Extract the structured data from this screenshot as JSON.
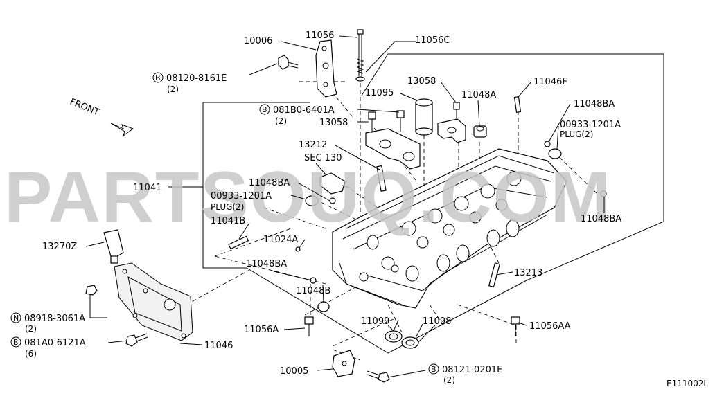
{
  "watermark": "PARTSOUQ.COM",
  "direction": "FRONT",
  "diagram_code": "E111002L",
  "callouts": {
    "c10006": "10006",
    "c11056": "11056",
    "c11056C": "11056C",
    "c08120": "08120-8161E",
    "c08120_qty": "(2)",
    "c13058a": "13058",
    "c11095": "11095",
    "c11048A": "11048A",
    "c11046F": "11046F",
    "c081B0": "081B0-6401A",
    "c081B0_qty": "(2)",
    "c13058b": "13058",
    "c11048BA_top": "11048BA",
    "c00933_r": "00933-1201A",
    "c00933_r_plug": "PLUG(2)",
    "c13212": "13212",
    "cSEC130": "SEC 130",
    "c11048BA_mid": "11048BA",
    "c00933_l": "00933-1201A",
    "c00933_l_plug": "PLUG(2)",
    "c11041": "11041",
    "c11041B": "11041B",
    "c11048BA_r": "11048BA",
    "c13270Z": "13270Z",
    "c11024A": "11024A",
    "c11048BA_low": "11048BA",
    "c11048B": "11048B",
    "c13213": "13213",
    "c08918": "08918-3061A",
    "c08918_qty": "(2)",
    "c11056A": "11056A",
    "c11099": "11099",
    "c11098": "11098",
    "c11056AA": "11056AA",
    "c081A0": "081A0-6121A",
    "c081A0_qty": "(6)",
    "c11046": "11046",
    "c10005": "10005",
    "c08121": "08121-0201E",
    "c08121_qty": "(2)"
  },
  "prefix": {
    "B": "B",
    "N": "N"
  }
}
